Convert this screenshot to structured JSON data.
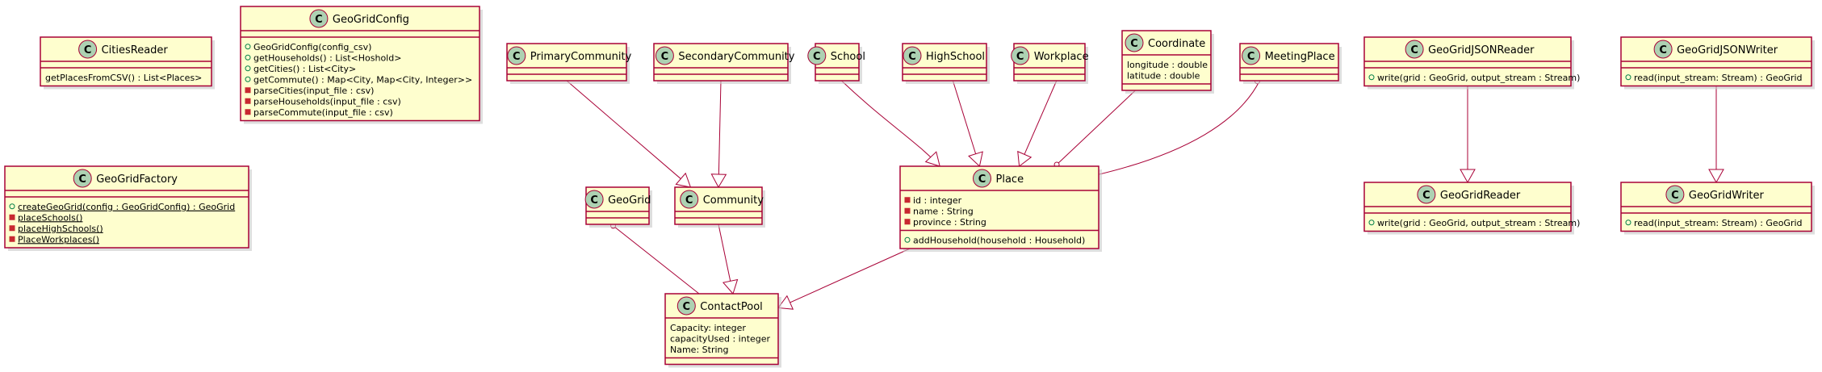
{
  "diagram": {
    "classes": [
      {
        "id": "CitiesReader",
        "name": "CitiesReader",
        "attributes": [],
        "methods": [
          {
            "vis": "",
            "static": false,
            "text": "getPlacesFromCSV() : List<Places>"
          }
        ]
      },
      {
        "id": "GeoGridConfig",
        "name": "GeoGridConfig",
        "attributes": [],
        "methods": [
          {
            "vis": "+",
            "static": false,
            "text": "GeoGridConfig(config_csv)"
          },
          {
            "vis": "+",
            "static": false,
            "text": "getHouseholds() : List<Hoshold>"
          },
          {
            "vis": "+",
            "static": false,
            "text": "getCities() : List<City>"
          },
          {
            "vis": "+",
            "static": false,
            "text": "getCommute() : Map<City, Map<City, Integer>>"
          },
          {
            "vis": "-",
            "static": false,
            "text": "parseCities(input_file : csv)"
          },
          {
            "vis": "-",
            "static": false,
            "text": "parseHouseholds(input_file : csv)"
          },
          {
            "vis": "-",
            "static": false,
            "text": "parseCommute(input_file : csv)"
          }
        ]
      },
      {
        "id": "GeoGridFactory",
        "name": "GeoGridFactory",
        "attributes": [],
        "methods": [
          {
            "vis": "+",
            "static": true,
            "text": "createGeoGrid(config : GeoGridConfig) : GeoGrid"
          },
          {
            "vis": "-",
            "static": true,
            "text": "placeSchools()"
          },
          {
            "vis": "-",
            "static": true,
            "text": "placeHighSchools()"
          },
          {
            "vis": "-",
            "static": true,
            "text": "PlaceWorkplaces()"
          }
        ]
      },
      {
        "id": "PrimaryCommunity",
        "name": "PrimaryCommunity",
        "attributes": [],
        "methods": []
      },
      {
        "id": "SecondaryCommunity",
        "name": "SecondaryCommunity",
        "attributes": [],
        "methods": []
      },
      {
        "id": "School",
        "name": "School",
        "attributes": [],
        "methods": []
      },
      {
        "id": "HighSchool",
        "name": "HighSchool",
        "attributes": [],
        "methods": []
      },
      {
        "id": "Workplace",
        "name": "Workplace",
        "attributes": [],
        "methods": []
      },
      {
        "id": "Coordinate",
        "name": "Coordinate",
        "attributes": [
          {
            "vis": "",
            "static": false,
            "text": "longitude : double"
          },
          {
            "vis": "",
            "static": false,
            "text": "latitude : double"
          }
        ],
        "methods": []
      },
      {
        "id": "MeetingPlace",
        "name": "MeetingPlace",
        "attributes": [],
        "methods": []
      },
      {
        "id": "GeoGridJSONReader",
        "name": "GeoGridJSONReader",
        "attributes": [],
        "methods": [
          {
            "vis": "+",
            "static": false,
            "text": "write(grid : GeoGrid, output_stream : Stream)"
          }
        ]
      },
      {
        "id": "GeoGridJSONWriter",
        "name": "GeoGridJSONWriter",
        "attributes": [],
        "methods": [
          {
            "vis": "+",
            "static": false,
            "text": "read(input_stream: Stream) : GeoGrid"
          }
        ]
      },
      {
        "id": "GeoGrid",
        "name": "GeoGrid",
        "attributes": [],
        "methods": []
      },
      {
        "id": "Community",
        "name": "Community",
        "attributes": [],
        "methods": []
      },
      {
        "id": "Place",
        "name": "Place",
        "attributes": [
          {
            "vis": "-",
            "static": false,
            "text": "id : integer"
          },
          {
            "vis": "-",
            "static": false,
            "text": "name : String"
          },
          {
            "vis": "-",
            "static": false,
            "text": "province : String"
          }
        ],
        "methods": [
          {
            "vis": "+",
            "static": false,
            "text": "addHousehold(household : Household)"
          }
        ]
      },
      {
        "id": "GeoGridReader",
        "name": "GeoGridReader",
        "attributes": [],
        "methods": [
          {
            "vis": "+",
            "static": false,
            "text": "write(grid : GeoGrid, output_stream : Stream)"
          }
        ]
      },
      {
        "id": "GeoGridWriter",
        "name": "GeoGridWriter",
        "attributes": [],
        "methods": [
          {
            "vis": "+",
            "static": false,
            "text": "read(input_stream: Stream) : GeoGrid"
          }
        ]
      },
      {
        "id": "ContactPool",
        "name": "ContactPool",
        "attributes": [
          {
            "vis": "",
            "static": false,
            "text": "Capacity: integer"
          },
          {
            "vis": "",
            "static": false,
            "text": "capacityUsed : integer"
          },
          {
            "vis": "",
            "static": false,
            "text": "Name: String"
          }
        ],
        "methods": []
      }
    ],
    "relations": [
      {
        "from": "PrimaryCommunity",
        "to": "Community",
        "kind": "generalization"
      },
      {
        "from": "SecondaryCommunity",
        "to": "Community",
        "kind": "generalization"
      },
      {
        "from": "School",
        "to": "Place",
        "kind": "generalization"
      },
      {
        "from": "HighSchool",
        "to": "Place",
        "kind": "generalization"
      },
      {
        "from": "Workplace",
        "to": "Place",
        "kind": "generalization"
      },
      {
        "from": "Coordinate",
        "to": "Place",
        "kind": "aggregation"
      },
      {
        "from": "MeetingPlace",
        "to": "Place",
        "kind": "aggregation"
      },
      {
        "from": "GeoGrid",
        "to": "ContactPool",
        "kind": "aggregation"
      },
      {
        "from": "Community",
        "to": "ContactPool",
        "kind": "generalization"
      },
      {
        "from": "Place",
        "to": "ContactPool",
        "kind": "generalization"
      },
      {
        "from": "GeoGridJSONReader",
        "to": "GeoGridReader",
        "kind": "generalization"
      },
      {
        "from": "GeoGridJSONWriter",
        "to": "GeoGridWriter",
        "kind": "generalization"
      }
    ],
    "stereotype_letter": "C",
    "colors": {
      "box_fill": "#FEFECE",
      "border": "#A80036",
      "circle": "#ADD1B2",
      "public": "#038048",
      "private": "#C82930"
    }
  }
}
